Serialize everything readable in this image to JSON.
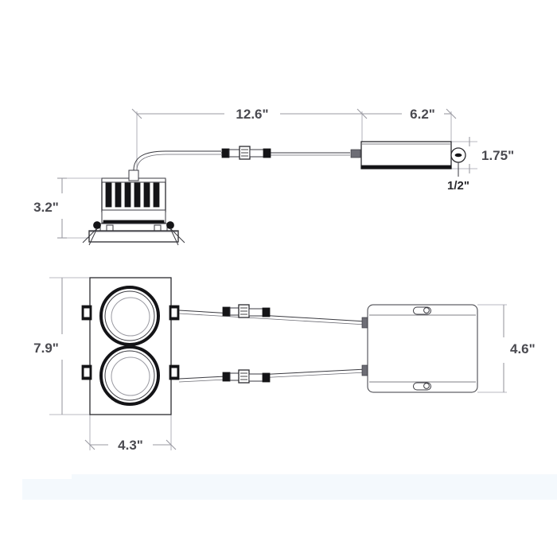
{
  "drawing": {
    "title": "Recessed LED downlight dimensional drawing",
    "units": "inches",
    "background_color": "#ffffff",
    "line_color": "#2a2a2e",
    "dimension_color": "#9a9aa2",
    "text_color": "#4a4a50"
  },
  "views": {
    "elevation": {
      "name": "side-elevation-view",
      "parts": {
        "fixture": "recessed-downlight-housing",
        "driver": "remote-driver-box",
        "cable": "quick-connect-cable"
      }
    },
    "plan": {
      "name": "plan-view",
      "parts": {
        "plate": "two-aperture-mounting-plate",
        "driver": "remote-driver-box",
        "cables": "two-quick-connect-cables"
      }
    }
  },
  "dimensions": {
    "cable_length": "12.6\"",
    "driver_length": "6.2\"",
    "driver_height": "1.75\"",
    "knockout": "1/2\"",
    "fixture_height": "3.2\"",
    "plate_height": "7.9\"",
    "plate_width": "4.3\"",
    "driver_width": "4.6\""
  }
}
